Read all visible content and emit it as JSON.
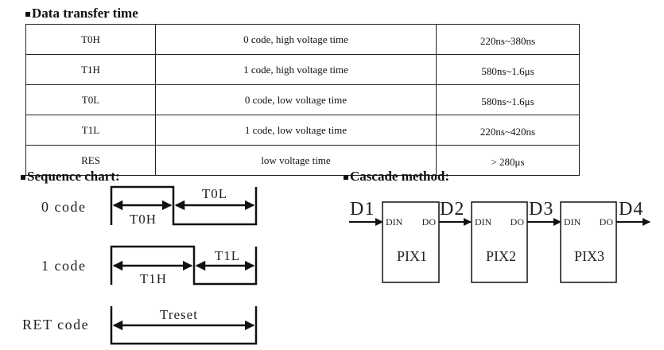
{
  "sections": {
    "data_transfer": "Data transfer time",
    "sequence": "Sequence chart:",
    "cascade": "Cascade method:"
  },
  "table": {
    "rows": [
      {
        "name": "T0H",
        "desc": "0 code, high voltage time",
        "value": "220ns~380ns"
      },
      {
        "name": "T1H",
        "desc": "1 code, high voltage time",
        "value": "580ns~1.6μs"
      },
      {
        "name": "T0L",
        "desc": "0 code, low voltage time",
        "value": "580ns~1.6μs"
      },
      {
        "name": "T1L",
        "desc": "1 code, low voltage time",
        "value": "220ns~420ns"
      },
      {
        "name": "RES",
        "desc": "low voltage time",
        "value": "> 280μs"
      }
    ]
  },
  "sequence_chart": {
    "zero_code": {
      "label": "0 code",
      "high": "T0H",
      "low": "T0L"
    },
    "one_code": {
      "label": "1 code",
      "high": "T1H",
      "low": "T1L"
    },
    "ret_code": {
      "label": "RET code",
      "span": "Treset"
    }
  },
  "cascade": {
    "signals": [
      "D1",
      "D2",
      "D3",
      "D4"
    ],
    "din_label": "DIN",
    "do_label": "DO",
    "pixels": [
      "PIX1",
      "PIX2",
      "PIX3"
    ]
  }
}
